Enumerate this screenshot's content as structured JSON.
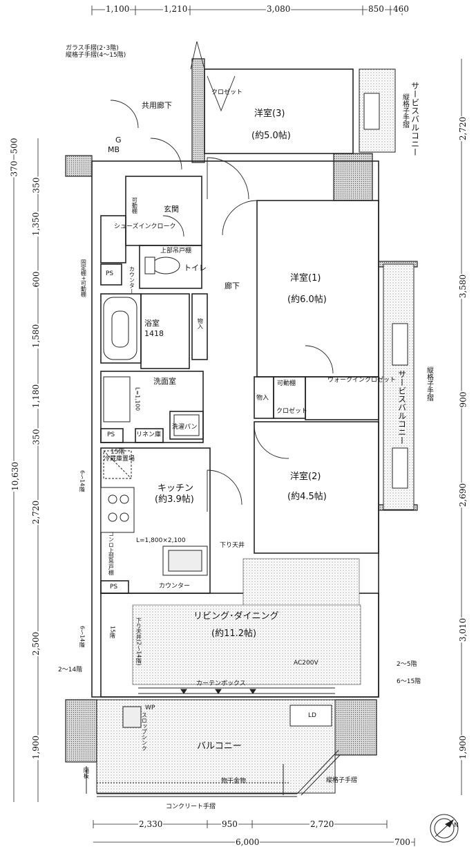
{
  "dims_top": [
    "1,100",
    "1,210",
    "3,080",
    "850",
    "460"
  ],
  "dims_bottom": [
    "2,330",
    "950",
    "2,720"
  ],
  "dim_bottom_total": "6,000",
  "dim_bottom_extra": "700",
  "dims_left": [
    "500",
    "370",
    "350",
    "1,350",
    "600",
    "1,580",
    "1,180",
    "350",
    "2,720",
    "2,500",
    "1,900"
  ],
  "dim_left_total": "10,630",
  "dims_right": [
    "2,720",
    "3,580",
    "900",
    "2,690",
    "3,010",
    "1,900"
  ],
  "exterior": {
    "glass_rail_note_1": "ガラス手摺(2･3階)",
    "glass_rail_note_2": "縦格子手摺(4～15階)",
    "common_corridor": "共用廊下",
    "mb": "MB",
    "g": "G",
    "service_balcony": "サービスバルコニー",
    "vertical_rail": "縦格子手摺",
    "balcony": "バルコニー",
    "drying_hardware": "物干金物",
    "concrete_rail": "コンクリート手摺",
    "partition": "隔板",
    "slope": "スロップシンク",
    "wp": "WP"
  },
  "rooms": {
    "western3": "洋室(3)",
    "western3_size": "(約5.0帖)",
    "western1": "洋室(1)",
    "western1_size": "(約6.0帖)",
    "western2": "洋室(2)",
    "western2_size": "(約4.5帖)",
    "entrance": "玄関",
    "hallway": "廊下",
    "toilet": "トイレ",
    "bath": "浴室",
    "bath_size": "1418",
    "washroom": "洗面室",
    "kitchen": "キッチン",
    "kitchen_size": "(約3.9帖)",
    "living": "リビング･ダイニング",
    "living_size": "(約11.2帖)"
  },
  "fixtures": {
    "closet": "クロゼット",
    "shoes_in_cloak": "シューズインクローク",
    "movable_shelf": "可動棚",
    "upper_cabinet": "上部吊戸棚",
    "counter": "カウンター",
    "storage": "物入",
    "walk_in_closet": "ウォークインクロゼット",
    "linen": "リネン庫",
    "laundry_pan": "洗濯パン",
    "fridge": "冷蔵庫置場",
    "upper_cabinet_ko": "コンロ上部吊戸棚",
    "kitchen_counter": "カウンター",
    "drop_ceiling": "下り天井",
    "drop_ceiling_note": "下り天井(2～14階)",
    "drop_ceiling_15": "15階",
    "curtain_box": "カーテンボックス",
    "ps": "PS",
    "fixed_shelf": "固定棚+可動棚",
    "ld": "LD",
    "ac200v": "AC200V",
    "kitchen_size_note": "L=1,800×2,100",
    "l1100": "L=1,100",
    "floors_6_14": "6～14階",
    "floors_2_14": "2～14階",
    "floors_2_5": "2～5階",
    "floors_6_15": "6～15階",
    "floors_15": "15階"
  },
  "compass": "N"
}
